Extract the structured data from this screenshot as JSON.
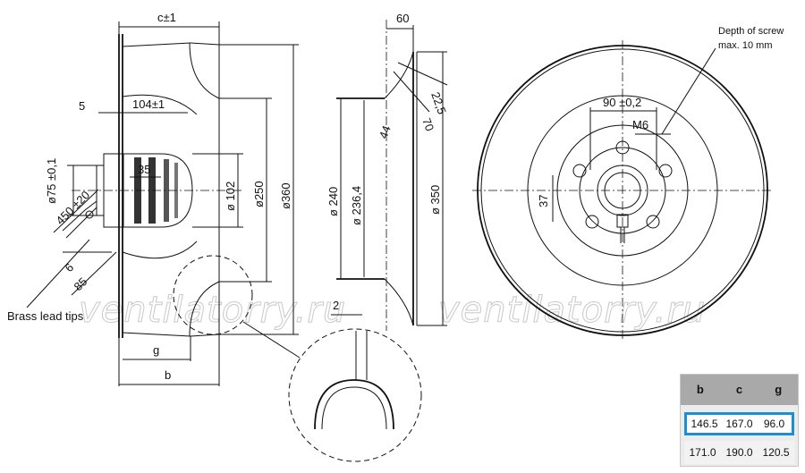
{
  "drawing": {
    "side": {
      "dim_c": "c±1",
      "dim_5": "5",
      "dim_104": "104±1",
      "dim_75": "ø75 ±0,1",
      "dim_450": "450 ±20",
      "dim_35": "35",
      "dim_102": "ø 102",
      "dim_250": "ø250",
      "dim_360": "ø360",
      "dim_6": "6",
      "dim_85": "85",
      "dim_g": "g",
      "dim_b": "b",
      "brass_note": "Brass lead tips"
    },
    "profile": {
      "dim_60": "60",
      "dim_225": "22,5",
      "dim_44": "44",
      "dim_70": "70",
      "dim_240": "ø 240",
      "dim_2364": "ø 236,4",
      "dim_350": "ø 350",
      "dim_2": "2"
    },
    "front": {
      "screw_note_1": "Depth of screw",
      "screw_note_2": "max. 10 mm",
      "dim_90": "90 ±0,2",
      "dim_m6": "M6",
      "dim_37": "37"
    },
    "watermark": "ventilatorry.ru"
  },
  "variants": {
    "headers": [
      "b",
      "c",
      "g"
    ],
    "rows": [
      [
        "146.5",
        "167.0",
        "96.0"
      ],
      [
        "171.0",
        "190.0",
        "120.5"
      ]
    ],
    "selected_row": 0,
    "highlight_color": "#1a8fd6"
  }
}
